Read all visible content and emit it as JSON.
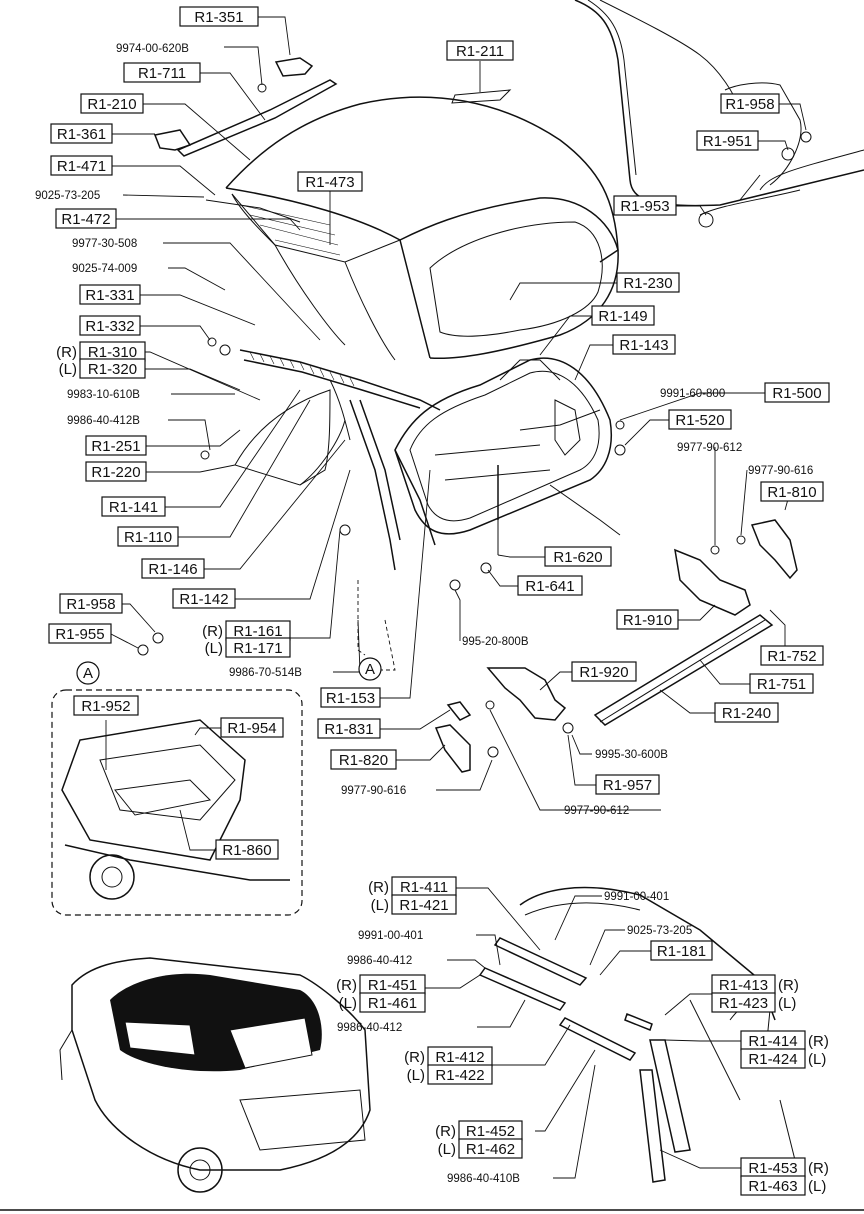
{
  "callouts": {
    "c01": "R1-351",
    "c02": "R1-711",
    "c03": "R1-210",
    "c04": "R1-361",
    "c05": "R1-471",
    "c06": "R1-472",
    "c07": "R1-473",
    "c08": "R1-211",
    "c09": "R1-958",
    "c10": "R1-951",
    "c11": "R1-953",
    "c12": "R1-230",
    "c13": "R1-331",
    "c14": "R1-332",
    "c15": "R1-310",
    "c16": "R1-320",
    "c17": "R1-149",
    "c18": "R1-143",
    "c19": "R1-500",
    "c20": "R1-520",
    "c21": "R1-251",
    "c22": "R1-220",
    "c23": "R1-141",
    "c24": "R1-110",
    "c25": "R1-146",
    "c26": "R1-142",
    "c27": "R1-810",
    "c28": "R1-620",
    "c29": "R1-641",
    "c30": "R1-958",
    "c31": "R1-955",
    "c32": "R1-161",
    "c33": "R1-171",
    "c34": "R1-910",
    "c35": "R1-752",
    "c36": "R1-751",
    "c37": "R1-920",
    "c38": "R1-153",
    "c39": "R1-240",
    "c40": "R1-952",
    "c41": "R1-954",
    "c42": "R1-831",
    "c43": "R1-820",
    "c44": "R1-957",
    "c45": "R1-860",
    "c46": "R1-411",
    "c47": "R1-421",
    "c48": "R1-181",
    "c49": "R1-451",
    "c50": "R1-461",
    "c51": "R1-413",
    "c52": "R1-423",
    "c53": "R1-412",
    "c54": "R1-422",
    "c55": "R1-414",
    "c56": "R1-424",
    "c57": "R1-452",
    "c58": "R1-462",
    "c59": "R1-453",
    "c60": "R1-463"
  },
  "part_numbers": {
    "p01": "9974-00-620B",
    "p02": "9025-73-205",
    "p03": "9977-30-508",
    "p04": "9025-74-009",
    "p05": "9983-10-610B",
    "p06": "9986-40-412B",
    "p07": "9991-60-800",
    "p08": "9977-90-612",
    "p09": "9977-90-616",
    "p10": "995-20-800B",
    "p11": "9986-70-514B",
    "p12": "9995-30-600B",
    "p13": "9977-90-616",
    "p14": "9977-90-612",
    "p15": "9991-00-401",
    "p16": "9025-73-205",
    "p17": "9991-00-401",
    "p18": "9986-40-412",
    "p19": "9986-40-412",
    "p20": "9986-40-410B"
  },
  "side_marks": {
    "right": "R",
    "left": "L",
    "s15": "(R)",
    "s16": "(L)",
    "s32": "(R)",
    "s33": "(L)",
    "s46": "(R)",
    "s47": "(L)",
    "s49": "(R)",
    "s50": "(L)",
    "s51": "(R)",
    "s52": "(L)",
    "s53": "(R)",
    "s54": "(L)",
    "s55": "(R)",
    "s56": "(L)",
    "s57": "(R)",
    "s58": "(L)",
    "s59": "(R)",
    "s60": "(L)"
  },
  "ref_marks": {
    "a1": "A",
    "a2": "A"
  }
}
